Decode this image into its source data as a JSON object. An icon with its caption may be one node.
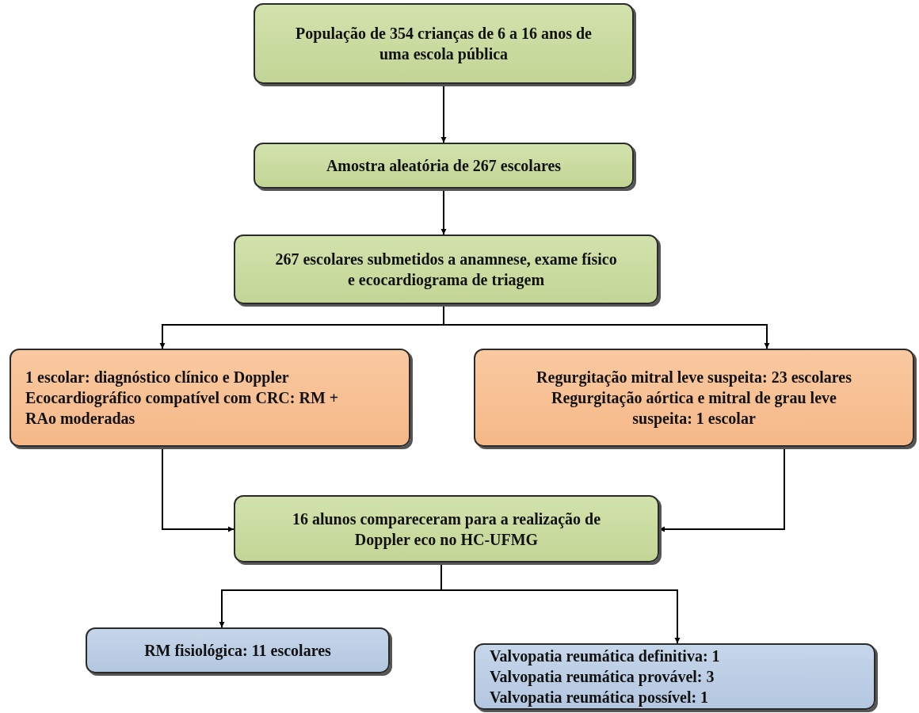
{
  "diagram": {
    "nodes": [
      {
        "text": [
          "População de 354 crianças de 6 a 16 anos de uma escola pública"
        ]
      },
      {
        "text": [
          "Amostra aleatória de 267 escolares"
        ]
      },
      {
        "text": [
          "267 escolares submetidos a anamnese, exame físico e ecocardiograma de triagem"
        ]
      },
      {
        "text": [
          "1 escolar: diagnóstico clínico e Doppler Ecocardiográfico compatível com CRC: RM + RAo moderadas"
        ]
      },
      {
        "text": [
          "Regurgitação mitral leve suspeita: 23 escolares",
          "Regurgitação aórtica e mitral de grau leve suspeita: 1 escolar"
        ]
      },
      {
        "text": [
          "16 alunos compareceram para a realização de Doppler eco no HC-UFMG"
        ]
      },
      {
        "text": [
          "RM fisiológica: 11 escolares"
        ]
      },
      {
        "text": [
          "Valvopatia reumática definitiva: 1",
          "Valvopatia reumática provável: 3",
          "Valvopatia reumática possível: 1"
        ]
      }
    ],
    "edges": [
      {
        "from": 0,
        "to": 1,
        "arrow": "to"
      },
      {
        "from": 1,
        "to": 2,
        "arrow": "to"
      },
      {
        "from": 2,
        "to": 3,
        "arrow": "to"
      },
      {
        "from": 2,
        "to": 4,
        "arrow": "to"
      },
      {
        "from": 3,
        "to": 5,
        "arrow": "to"
      },
      {
        "from": 4,
        "to": 5,
        "arrow": "to"
      },
      {
        "from": 5,
        "to": 6,
        "arrow": "to"
      },
      {
        "from": 5,
        "to": 7,
        "arrow": "to"
      }
    ]
  }
}
